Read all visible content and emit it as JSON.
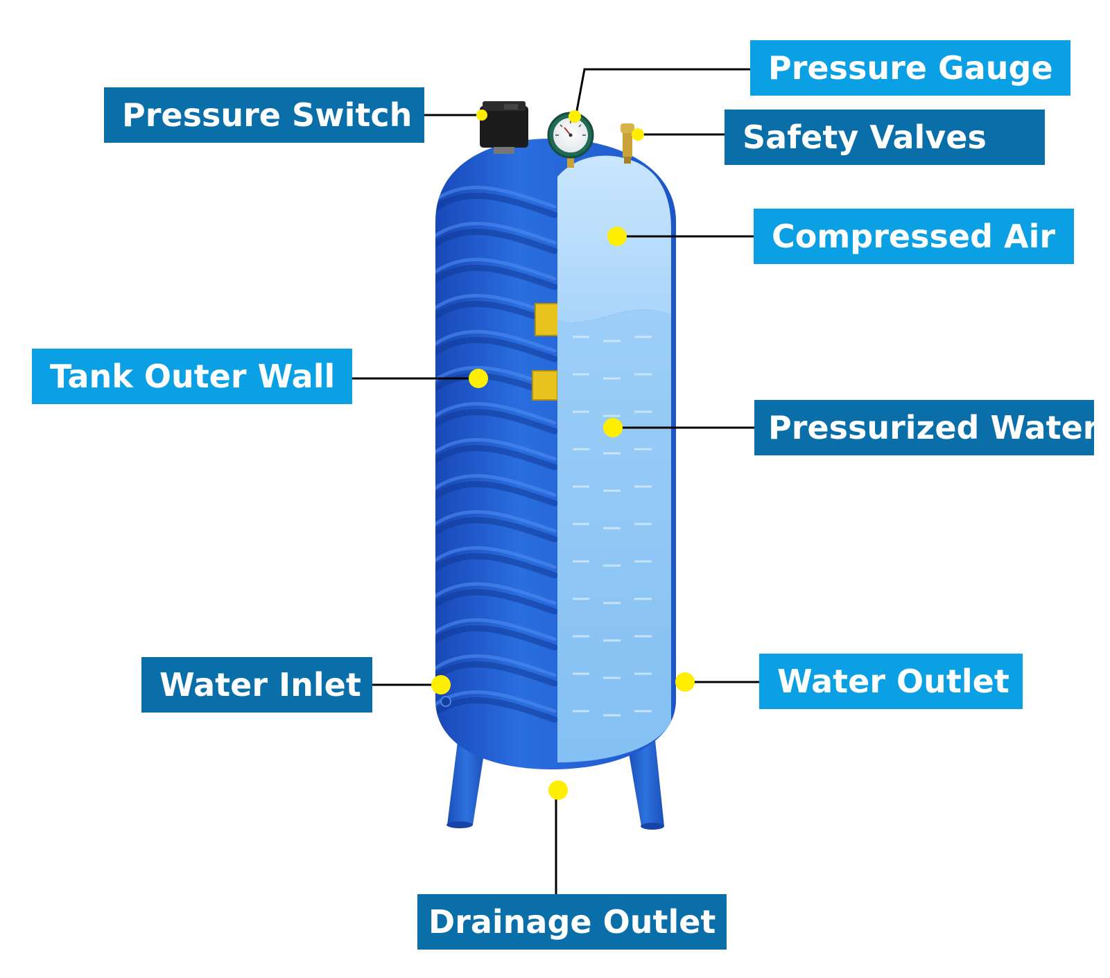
{
  "colors": {
    "label_dark": "#0a6fa9",
    "label_light": "#0b9fe4",
    "marker": "#ffee00",
    "tank_blue": "#1f5fd4",
    "cutaway_air": "#b6dcfb",
    "cutaway_water": "#8ec7f5",
    "leader_line": "#000000"
  },
  "labels": {
    "pressure_gauge": "Pressure Gauge",
    "pressure_switch": "Pressure Switch",
    "safety_valves": "Safety Valves",
    "compressed_air": "Compressed Air",
    "tank_outer_wall": "Tank Outer Wall",
    "pressurized_water": "Pressurized Water",
    "water_inlet": "Water Inlet",
    "water_outlet": "Water Outlet",
    "drainage_outlet": "Drainage Outlet"
  }
}
